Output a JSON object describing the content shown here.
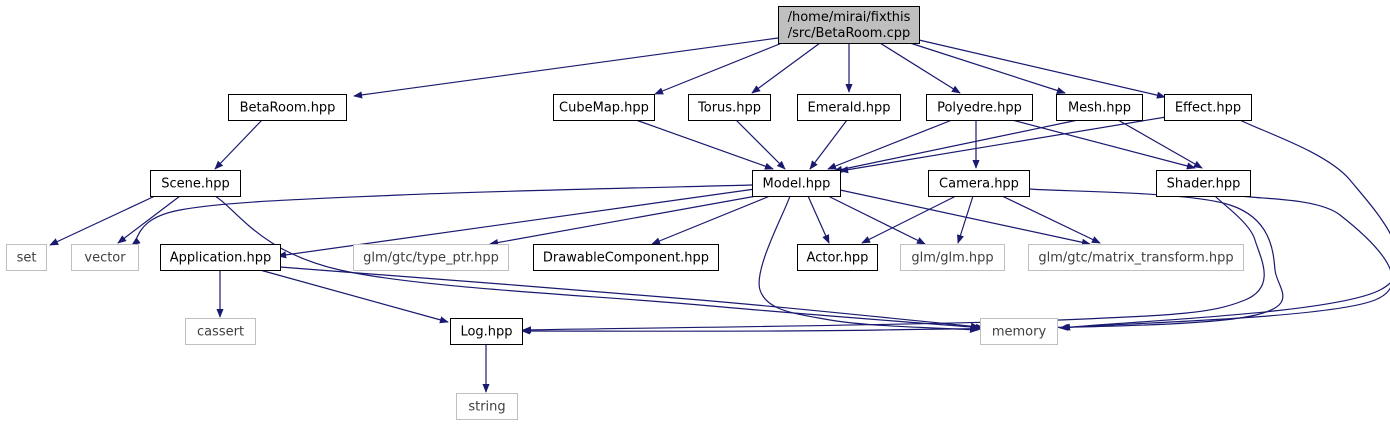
{
  "graph": {
    "nodes": [
      {
        "id": "root",
        "lines": [
          "/home/mirai/fixthis",
          "/src/BetaRoom.cpp"
        ],
        "kind": "root"
      },
      {
        "id": "betaroom",
        "lines": [
          "BetaRoom.hpp"
        ],
        "kind": "local"
      },
      {
        "id": "cubemap",
        "lines": [
          "CubeMap.hpp"
        ],
        "kind": "local"
      },
      {
        "id": "torus",
        "lines": [
          "Torus.hpp"
        ],
        "kind": "local"
      },
      {
        "id": "emerald",
        "lines": [
          "Emerald.hpp"
        ],
        "kind": "local"
      },
      {
        "id": "polyedre",
        "lines": [
          "Polyedre.hpp"
        ],
        "kind": "local"
      },
      {
        "id": "mesh",
        "lines": [
          "Mesh.hpp"
        ],
        "kind": "local"
      },
      {
        "id": "effect",
        "lines": [
          "Effect.hpp"
        ],
        "kind": "local"
      },
      {
        "id": "scene",
        "lines": [
          "Scene.hpp"
        ],
        "kind": "local"
      },
      {
        "id": "model",
        "lines": [
          "Model.hpp"
        ],
        "kind": "local"
      },
      {
        "id": "camera",
        "lines": [
          "Camera.hpp"
        ],
        "kind": "local"
      },
      {
        "id": "shader",
        "lines": [
          "Shader.hpp"
        ],
        "kind": "local"
      },
      {
        "id": "set",
        "lines": [
          "set"
        ],
        "kind": "system"
      },
      {
        "id": "vector",
        "lines": [
          "vector"
        ],
        "kind": "system"
      },
      {
        "id": "application",
        "lines": [
          "Application.hpp"
        ],
        "kind": "local"
      },
      {
        "id": "typeptr",
        "lines": [
          "glm/gtc/type_ptr.hpp"
        ],
        "kind": "system"
      },
      {
        "id": "drawable",
        "lines": [
          "DrawableComponent.hpp"
        ],
        "kind": "local"
      },
      {
        "id": "actor",
        "lines": [
          "Actor.hpp"
        ],
        "kind": "local"
      },
      {
        "id": "glm",
        "lines": [
          "glm/glm.hpp"
        ],
        "kind": "system"
      },
      {
        "id": "matrix",
        "lines": [
          "glm/gtc/matrix_transform.hpp"
        ],
        "kind": "system"
      },
      {
        "id": "cassert",
        "lines": [
          "cassert"
        ],
        "kind": "system"
      },
      {
        "id": "log",
        "lines": [
          "Log.hpp"
        ],
        "kind": "local"
      },
      {
        "id": "memory",
        "lines": [
          "memory"
        ],
        "kind": "system"
      },
      {
        "id": "string",
        "lines": [
          "string"
        ],
        "kind": "system"
      }
    ],
    "edges": [
      [
        "root",
        "betaroom"
      ],
      [
        "root",
        "cubemap"
      ],
      [
        "root",
        "torus"
      ],
      [
        "root",
        "emerald"
      ],
      [
        "root",
        "polyedre"
      ],
      [
        "root",
        "mesh"
      ],
      [
        "root",
        "effect"
      ],
      [
        "betaroom",
        "scene"
      ],
      [
        "scene",
        "set"
      ],
      [
        "scene",
        "vector"
      ],
      [
        "scene",
        "memory"
      ],
      [
        "cubemap",
        "model"
      ],
      [
        "torus",
        "model"
      ],
      [
        "emerald",
        "model"
      ],
      [
        "polyedre",
        "model"
      ],
      [
        "polyedre",
        "camera"
      ],
      [
        "polyedre",
        "shader"
      ],
      [
        "mesh",
        "model"
      ],
      [
        "mesh",
        "shader"
      ],
      [
        "effect",
        "model"
      ],
      [
        "effect",
        "memory"
      ],
      [
        "model",
        "vector"
      ],
      [
        "model",
        "application"
      ],
      [
        "model",
        "typeptr"
      ],
      [
        "model",
        "drawable"
      ],
      [
        "model",
        "actor"
      ],
      [
        "model",
        "glm"
      ],
      [
        "model",
        "matrix"
      ],
      [
        "model",
        "memory"
      ],
      [
        "camera",
        "actor"
      ],
      [
        "camera",
        "glm"
      ],
      [
        "camera",
        "matrix"
      ],
      [
        "camera",
        "log"
      ],
      [
        "shader",
        "log"
      ],
      [
        "shader",
        "memory"
      ],
      [
        "application",
        "cassert"
      ],
      [
        "application",
        "log"
      ],
      [
        "application",
        "memory"
      ],
      [
        "log",
        "string"
      ]
    ]
  },
  "colors": {
    "edge": "#191970",
    "local_border": "#000000",
    "system_border": "#bfbfbf",
    "root_fill": "#bfbfbf",
    "system_text": "#404040"
  }
}
